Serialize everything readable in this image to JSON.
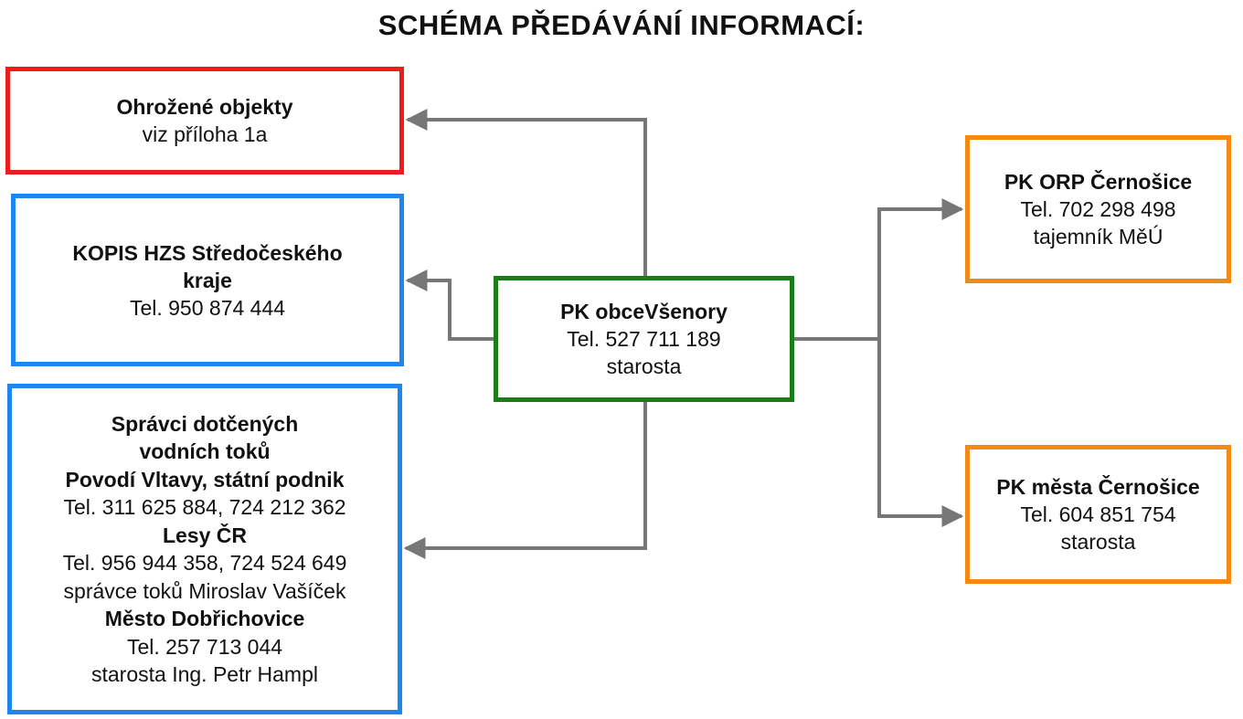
{
  "title": "SCHÉMA PŘEDÁVÁNÍ INFORMACÍ:",
  "colors": {
    "threatened_border": "#ee1c1c",
    "kopis_border": "#1f86f0",
    "streams_border": "#1f86f0",
    "center_border": "#1a7d1a",
    "orp_border": "#f58a12",
    "city_border": "#f58a12",
    "connector": "#777777"
  },
  "threatened": {
    "name": "Ohrožené objekty",
    "note": "viz příloha 1a"
  },
  "kopis": {
    "name_line1": "KOPIS HZS Středočeského",
    "name_line2": "kraje",
    "phone": "Tel. 950 874 444"
  },
  "streams": {
    "heading_line1": "Správci dotčených",
    "heading_line2": "vodních toků",
    "org1_name": "Povodí Vltavy, státní podnik",
    "org1_phone": "Tel. 311 625 884, 724 212 362",
    "org2_name": "Lesy ČR",
    "org2_phone": "Tel. 956 944 358, 724 524 649",
    "org2_contact": "správce toků Miroslav Vašíček",
    "org3_name": "Město Dobřichovice",
    "org3_phone": "Tel. 257 713 044",
    "org3_contact": "starosta Ing. Petr Hampl"
  },
  "center": {
    "name": "PK obceVšenory",
    "phone": "Tel. 527 711 189",
    "role": "starosta"
  },
  "orp": {
    "name": "PK ORP Černošice",
    "phone": "Tel. 702 298 498",
    "role": "tajemník MěÚ"
  },
  "city": {
    "name": "PK města Černošice",
    "phone": "Tel. 604 851 754",
    "role": "starosta"
  }
}
